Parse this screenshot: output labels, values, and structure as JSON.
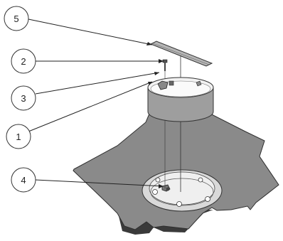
{
  "callouts": [
    {
      "label": "5"
    },
    {
      "label": "2"
    },
    {
      "label": "3"
    },
    {
      "label": "1"
    },
    {
      "label": "4"
    }
  ],
  "colors": {
    "plate": "#8a8a8a",
    "plate_edge": "#2e2e2e",
    "hole_rim": "#cfcfcf",
    "hole_floor": "#e8e8e8",
    "ring": "#9e9e9e",
    "ring_inner": "#f0f0f0",
    "bar": "#b0b0b0",
    "leader": "#222222"
  }
}
